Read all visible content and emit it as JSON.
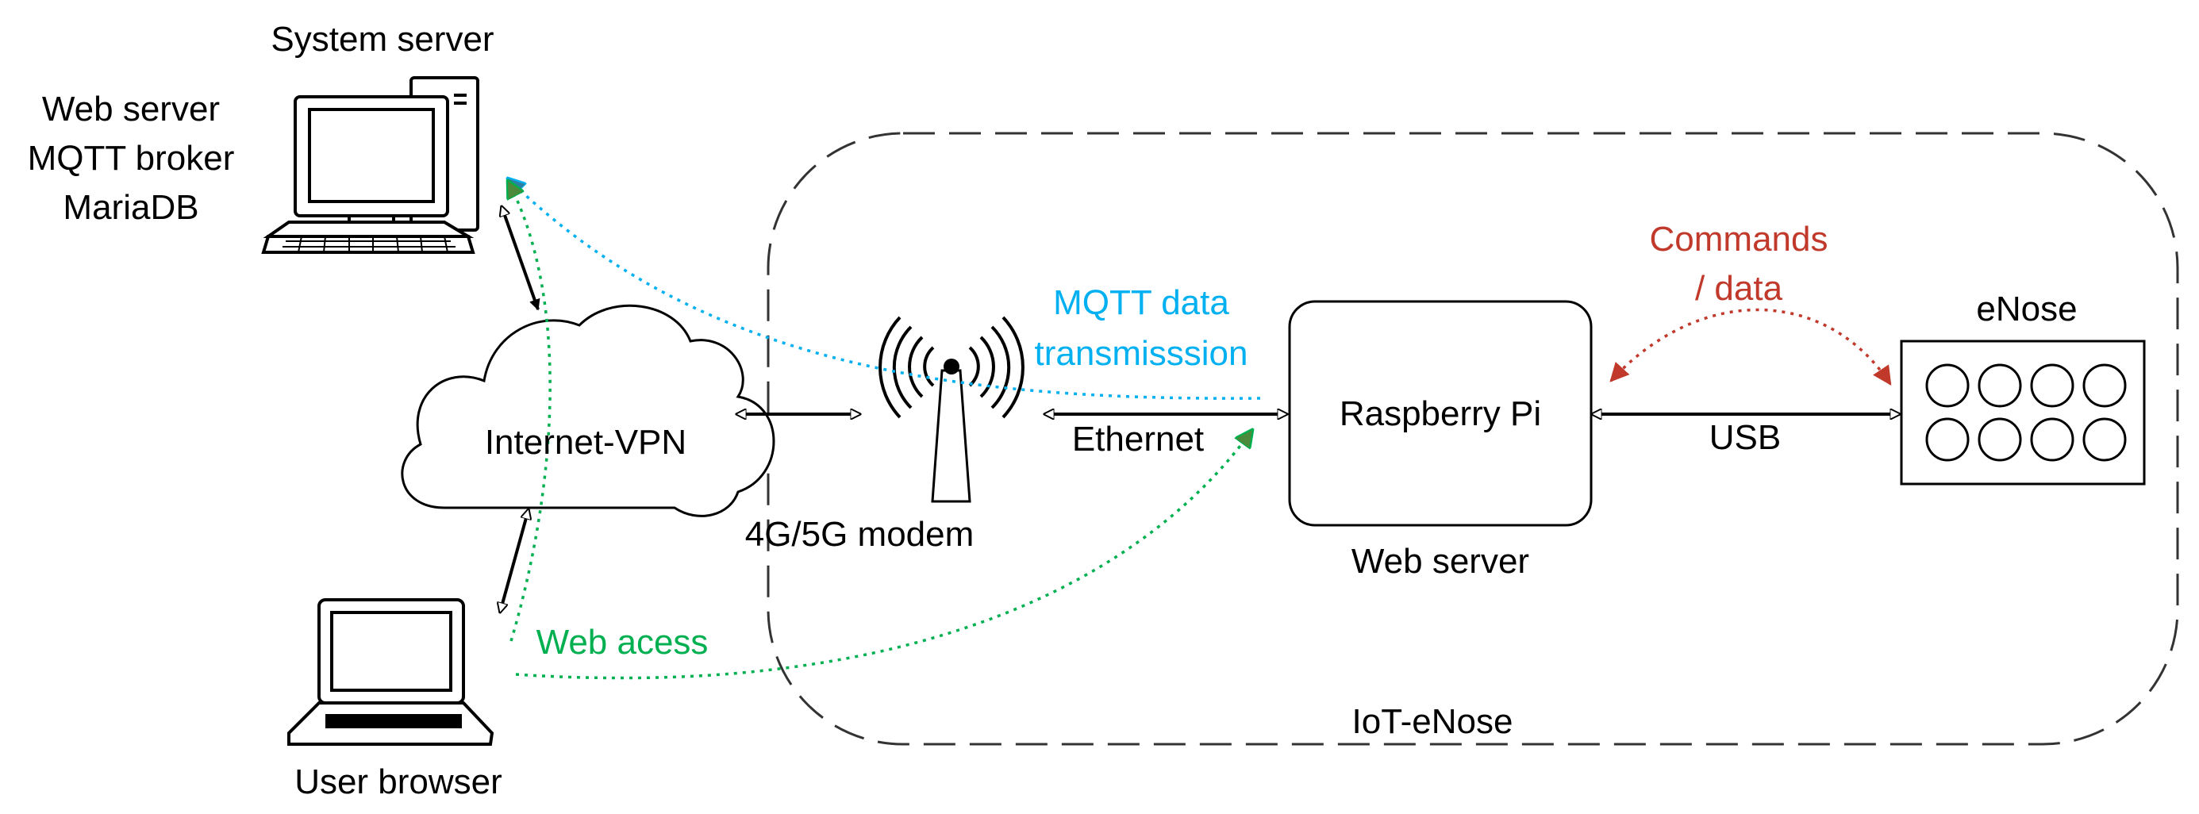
{
  "labels": {
    "system_server": "System server",
    "web_server_left": "Web server",
    "mqtt_broker": "MQTT broker",
    "mariadb": "MariaDB",
    "internet_vpn": "Internet-VPN",
    "modem": "4G/5G modem",
    "mqtt_line1": "MQTT data",
    "mqtt_line2": "transmisssion",
    "ethernet": "Ethernet",
    "raspberry_pi": "Raspberry Pi",
    "web_server_pi": "Web server",
    "commands_line1": "Commands",
    "commands_line2": "/ data",
    "enose": "eNose",
    "usb": "USB",
    "web_access": "Web acess",
    "user_browser": "User browser",
    "iot_enose": "IoT-eNose"
  },
  "colors": {
    "mqtt": "#00b0f0",
    "web_access": "#00b050",
    "commands": "#c0392b",
    "stroke": "#000000"
  },
  "icons": [
    "desktop-computer-icon",
    "cloud-icon",
    "antenna-tower-icon",
    "laptop-icon"
  ]
}
